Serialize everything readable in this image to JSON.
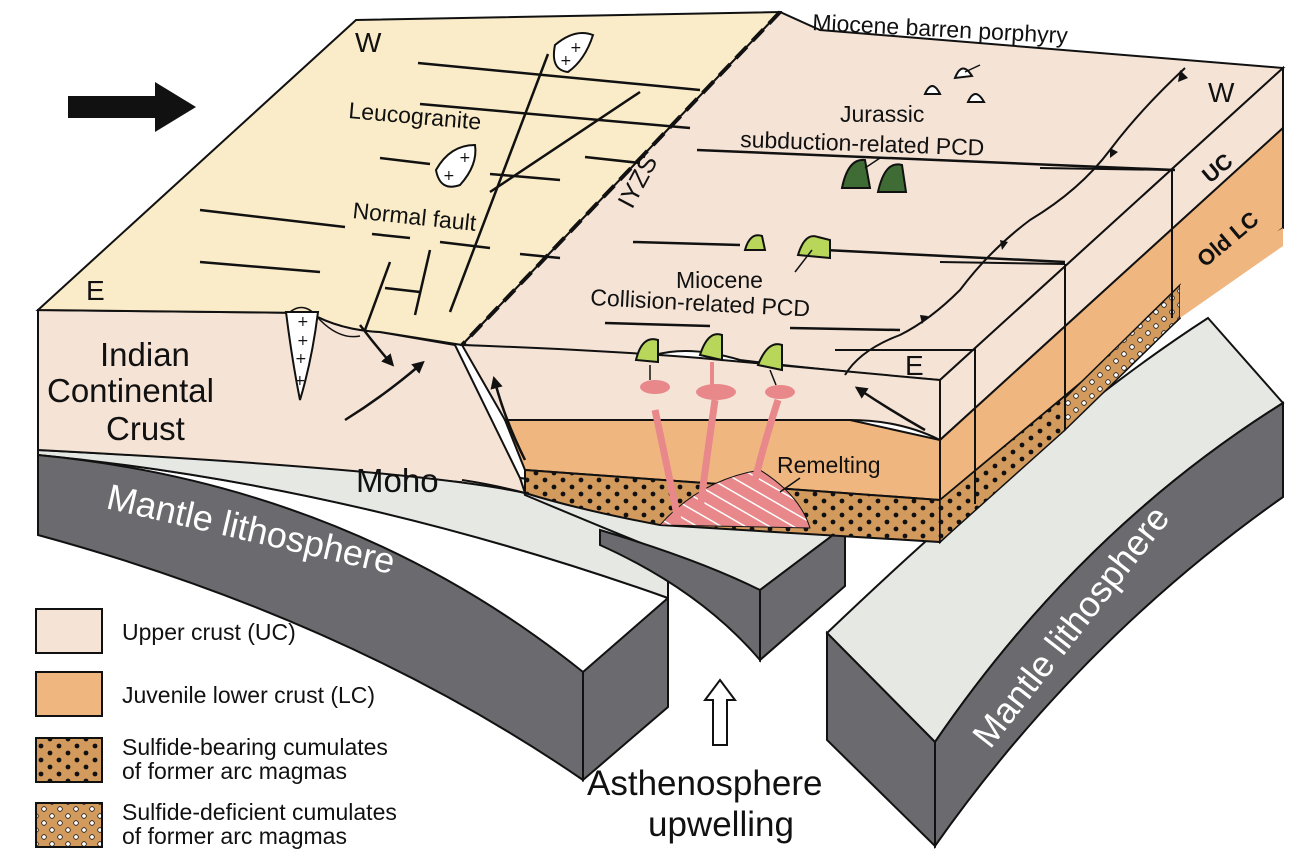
{
  "labels": {
    "w_left": "W",
    "e_left": "E",
    "w_right": "W",
    "e_right": "E",
    "leucogranite": "Leucogranite",
    "normal_fault": "Normal fault",
    "iyzs": "IYZS",
    "miocene_barren": "Miocene barren porphyry",
    "jurassic_1": "Jurassic",
    "jurassic_2": "subduction-related PCD",
    "miocene_1": "Miocene",
    "miocene_2": "Collision-related PCD",
    "uc": "UC",
    "old_lc": "Old LC",
    "indian_1": "Indian",
    "indian_2": "Continental",
    "indian_3": "Crust",
    "moho": "Moho",
    "remelting": "Remelting",
    "mantle_left": "Mantle lithosphere",
    "mantle_right": "Mantle lithosphere",
    "astheno_1": "Asthenosphere",
    "astheno_2": "upwelling"
  },
  "legend": [
    {
      "label1": "Upper crust (UC)",
      "label2": ""
    },
    {
      "label1": "Juvenile  lower crust (LC)",
      "label2": ""
    },
    {
      "label1": "Sulfide-bearing cumulates",
      "label2": "of former arc magmas"
    },
    {
      "label1": "Sulfide-deficient cumulates",
      "label2": "of former arc magmas"
    }
  ],
  "colors": {
    "top_surface": "#faecc8",
    "upper_crust": "#f5e3d6",
    "lower_crust": "#f0b67f",
    "cumulate": "#d39a5e",
    "mantle_dark": "#6b6b6f",
    "mantle_light": "#e6e8e4",
    "pcd_dark_green": "#3f6b34",
    "pcd_light_green": "#b7d65a",
    "melt_pink": "#e8888a"
  }
}
